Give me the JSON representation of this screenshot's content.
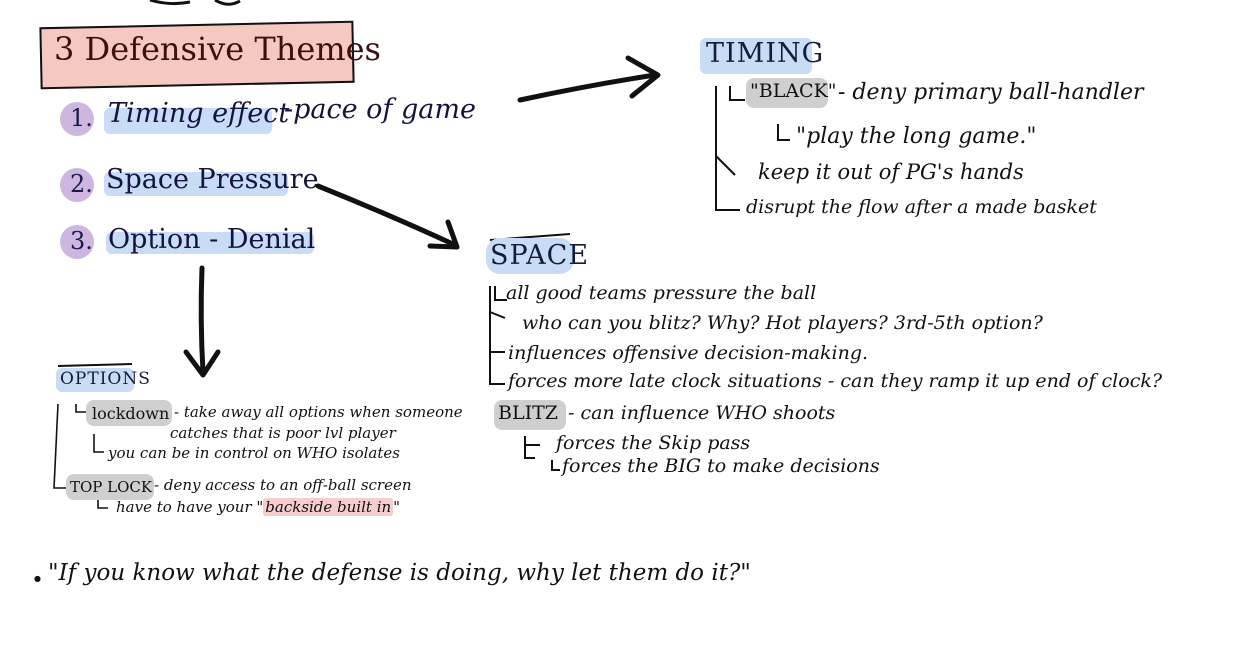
{
  "title": "3 Defensive Themes",
  "themes": [
    {
      "num": "1.",
      "label": "Timing effect",
      "suffix": "-pace of game"
    },
    {
      "num": "2.",
      "label": "Space Pressure"
    },
    {
      "num": "3.",
      "label": "Option - Denial"
    }
  ],
  "timing": {
    "heading": "TIMING",
    "black_tag": "\"BLACK\"",
    "black_desc": "- deny primary ball-handler",
    "sub": "\"play the long game.\"",
    "items": [
      "keep it out of PG's hands",
      "disrupt the flow after a made basket"
    ]
  },
  "space": {
    "heading": "SPACE",
    "items": [
      "all good teams pressure the ball",
      "who can you blitz? Why? Hot players? 3rd-5th option?",
      "influences offensive decision-making.",
      "forces more late clock situations - can they ramp it up end of clock?"
    ],
    "blitz_tag": "BLITZ",
    "blitz_desc": "- can influence WHO shoots",
    "blitz_items": [
      "forces the Skip pass",
      "forces the BIG to make decisions"
    ]
  },
  "options": {
    "heading": "OPTIONS",
    "lockdown_tag": "lockdown",
    "lockdown_desc": "- take away all options when someone",
    "lockdown_desc2": "catches that is poor lvl player",
    "lockdown_sub": "you can be in control on WHO isolates",
    "toplock_tag": "TOP LOCK",
    "toplock_desc": "- deny access to an off-ball screen",
    "toplock_sub_pre": "have to have your \"",
    "toplock_sub_hl": "backside built in",
    "toplock_sub_post": "\""
  },
  "quote": "\"If you know what the defense is doing, why let them do it?\"",
  "colors": {
    "title_bg": "#f5c9c1",
    "circle": "#cdb6e0",
    "blue_highlight": "#c9dcf6",
    "gray_highlight": "#cfcfcf",
    "pink_highlight": "#f6cccc"
  }
}
